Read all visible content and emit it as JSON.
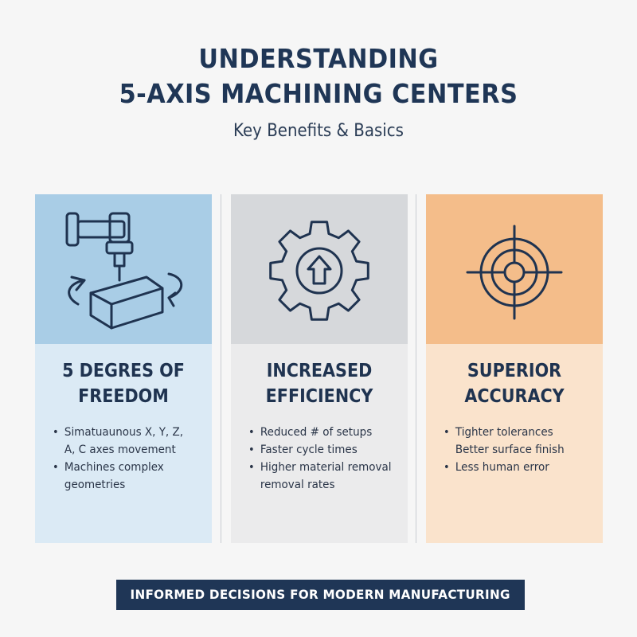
{
  "header": {
    "title_line1": "UNDERSTANDING",
    "title_line2": "5-AXIS MACHINING CENTERS",
    "subtitle": "Key Benefits & Basics"
  },
  "cards": [
    {
      "title_line1": "5 DEGRES OF",
      "title_line2": "FREEDOM",
      "icon": "machine-spindle-icon",
      "top_color": "#a9cde6",
      "bottom_color": "#dbeaf5",
      "bullets": [
        {
          "text": "Simatuaunous X, Y, Z,",
          "bullet": true
        },
        {
          "text": "A, C axes movement",
          "bullet": false
        },
        {
          "text": "Machines complex",
          "bullet": true
        },
        {
          "text": "geometries",
          "bullet": false
        }
      ]
    },
    {
      "title_line1": "INCREASED",
      "title_line2": "EFFICIENCY",
      "icon": "gear-arrow-up-icon",
      "top_color": "#d6d8db",
      "bottom_color": "#ebebec",
      "bullets": [
        {
          "text": "Reduced # of setups",
          "bullet": true
        },
        {
          "text": "Faster cycle times",
          "bullet": true
        },
        {
          "text": "Higher material removal",
          "bullet": true
        },
        {
          "text": "removal rates",
          "bullet": false
        }
      ]
    },
    {
      "title_line1": "SUPERIOR",
      "title_line2": "ACCURACY",
      "icon": "crosshair-target-icon",
      "top_color": "#f4bd8a",
      "bottom_color": "#fae3cc",
      "bullets": [
        {
          "text": "Tighter tolerances",
          "bullet": true
        },
        {
          "text": "Better surface finish",
          "bullet": false
        },
        {
          "text": "Less human error",
          "bullet": true
        }
      ]
    }
  ],
  "footer": {
    "text": "INFORMED DECISIONS FOR MODERN MANUFACTURING"
  }
}
